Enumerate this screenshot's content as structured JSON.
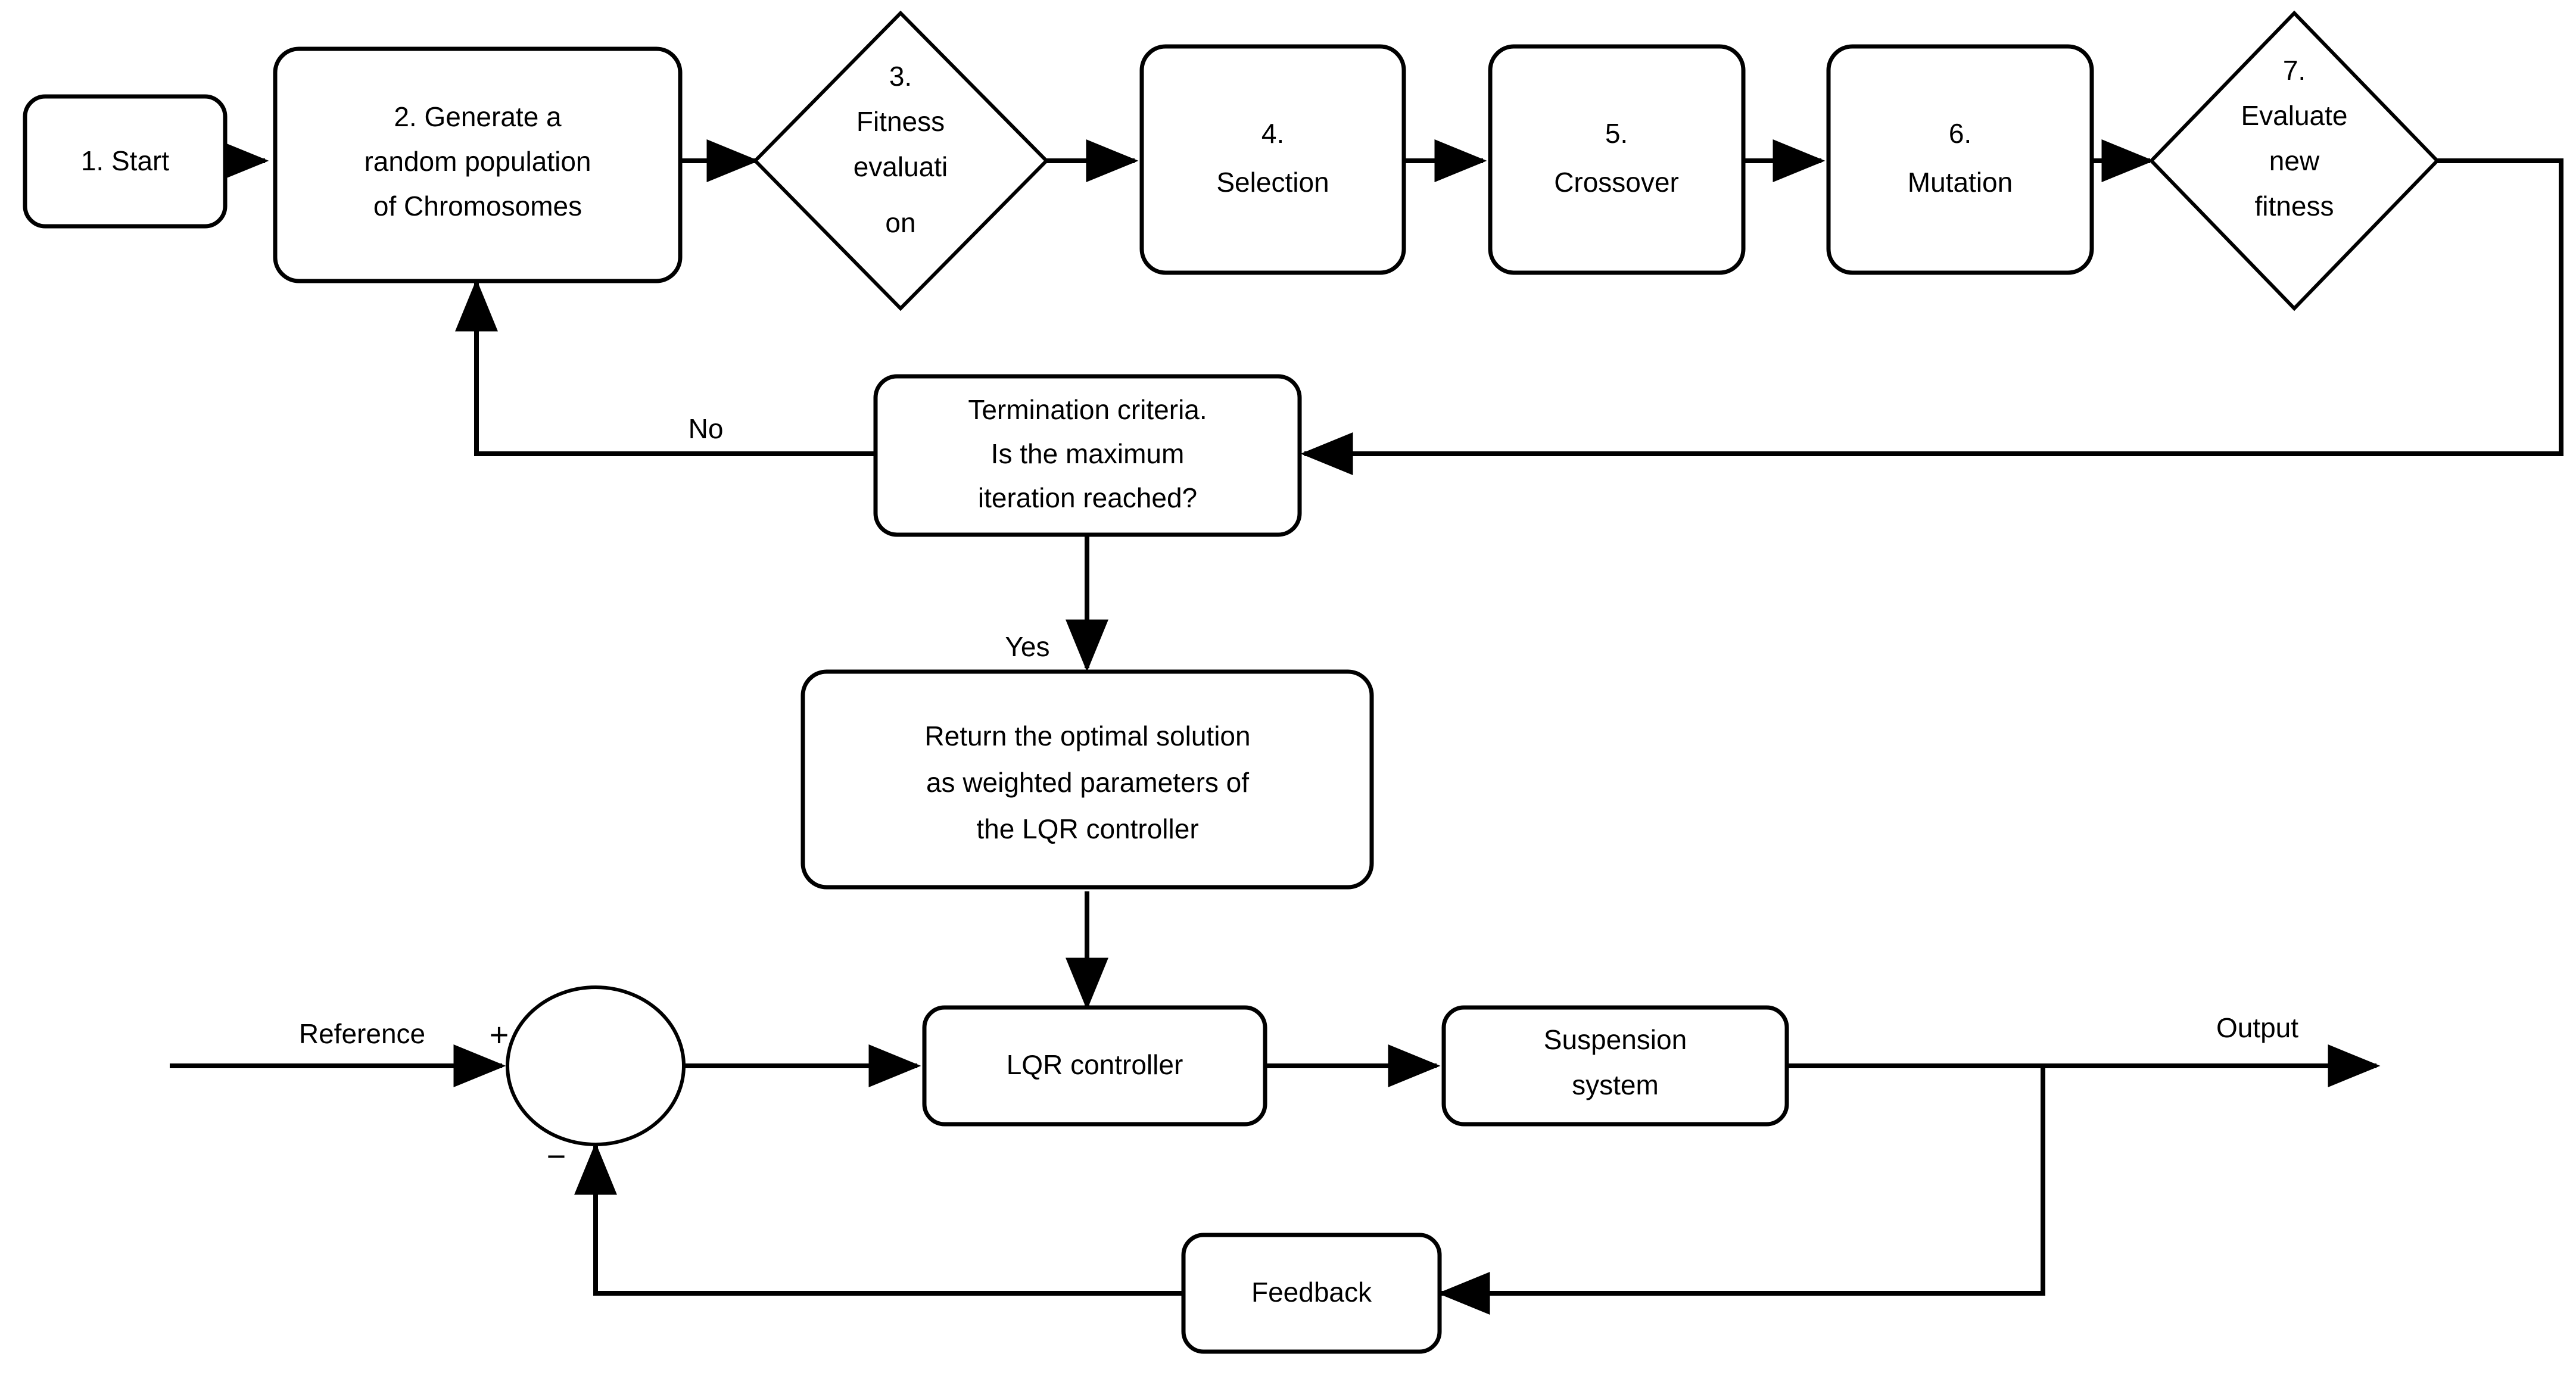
{
  "diagram": {
    "title": "GA-tuned LQR suspension control flowchart",
    "background_color": "#ffffff",
    "stroke_color": "#000000",
    "nodes": {
      "start": {
        "label": "1. Start",
        "shape": "rounded-rect"
      },
      "generate": {
        "label_lines": [
          "2. Generate a",
          "random population",
          "of Chromosomes"
        ],
        "line1": "2. Generate a",
        "line2": "random population",
        "line3": "of Chromosomes",
        "shape": "rounded-rect"
      },
      "fitness": {
        "line1": "3.",
        "line2": "Fitness",
        "line3": "evaluati",
        "line4": "on",
        "shape": "diamond"
      },
      "selection": {
        "line1": "4.",
        "line2": "Selection",
        "shape": "rounded-rect"
      },
      "crossover": {
        "line1": "5.",
        "line2": "Crossover",
        "shape": "rounded-rect"
      },
      "mutation": {
        "line1": "6.",
        "line2": "Mutation",
        "shape": "rounded-rect"
      },
      "evaluate_new": {
        "line1": "7.",
        "line2": "Evaluate",
        "line3": "new",
        "line4": "fitness",
        "shape": "diamond"
      },
      "termination": {
        "line1": "Termination  criteria.",
        "line2": "Is the maximum",
        "line3": "iteration reached?",
        "shape": "rounded-rect"
      },
      "return_solution": {
        "line1": "Return the optimal solution",
        "line2": "as weighted parameters of",
        "line3": "the LQR controller",
        "shape": "rounded-rect"
      },
      "sum_junction": {
        "shape": "ellipse",
        "plus": "+",
        "minus": "−"
      },
      "lqr_controller": {
        "label": "LQR controller",
        "shape": "rounded-rect"
      },
      "suspension": {
        "line1": "Suspension",
        "line2": "system",
        "shape": "rounded-rect"
      },
      "feedback": {
        "label": "Feedback",
        "shape": "rounded-rect"
      }
    },
    "edge_labels": {
      "no": "No",
      "yes": "Yes",
      "reference": "Reference",
      "output": "Output"
    }
  }
}
